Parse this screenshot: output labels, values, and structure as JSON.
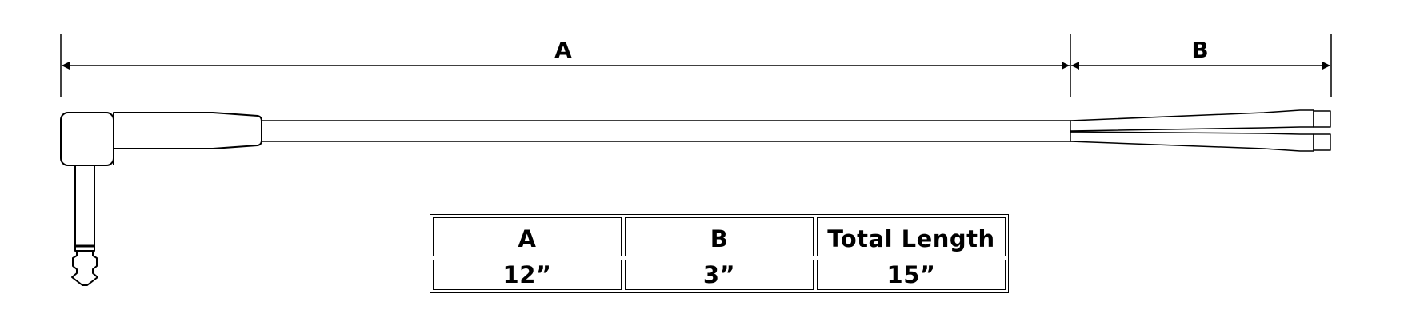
{
  "dimensions": {
    "a_label": "A",
    "b_label": "B"
  },
  "spec_table": {
    "headers": [
      "A",
      "B",
      "Total Length"
    ],
    "values": [
      "12”",
      "3”",
      "15”"
    ]
  },
  "colors": {
    "line": "#000000",
    "background": "#ffffff"
  }
}
